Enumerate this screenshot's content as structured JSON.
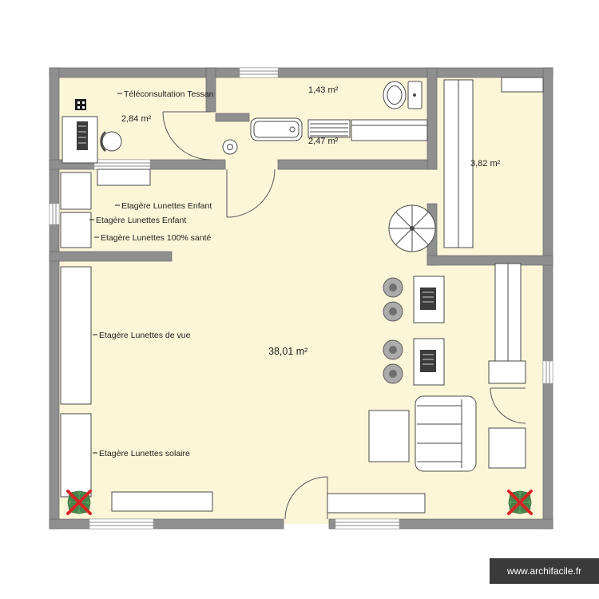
{
  "plan": {
    "rooms": [
      {
        "name": "Téléconsultation Tessan",
        "area": "2,84 m²"
      },
      {
        "area": "1,43 m²"
      },
      {
        "area": "2,47 m²"
      },
      {
        "area": "3,82 m²"
      },
      {
        "area": "38,01 m²"
      }
    ],
    "shelves": [
      "Etagère Lunettes Enfant",
      "Etagère Lunettes Enfant",
      "Etagère Lunettes 100% santé",
      "Etagère Lunettes de vue",
      "Etagère Lunettes solaire"
    ]
  },
  "watermark": {
    "text": "www.archifacile.fr"
  },
  "colors": {
    "floor": "#fcf6d9",
    "wall": "#8f8f8f",
    "outline": "#4a4a4a",
    "plant_green": "#57985a",
    "cross_red": "#d42525",
    "watermark_bg": "#3a3a3a",
    "watermark_text": "#ffffff"
  },
  "icons": {
    "toilet-icon": "ellipse bowl + tank rectangle",
    "sink-icon": "double circle",
    "bathtub-icon": "rounded rectangle with drain",
    "radiator-icon": "striped rectangle",
    "computer-icon": "dark striped rectangle",
    "office-chair-icon": "circle with back arc",
    "waiting-chair-icon": "gray circle with hub",
    "spiral-staircase-icon": "circle with radial spokes",
    "sofa-icon": "rounded rectangle with cushion lines",
    "door-icon": "leaf line with quarter-circle arc",
    "window-icon": "white wall inset with parallel lines",
    "crossed-plant-icon": "green plant with red X"
  }
}
